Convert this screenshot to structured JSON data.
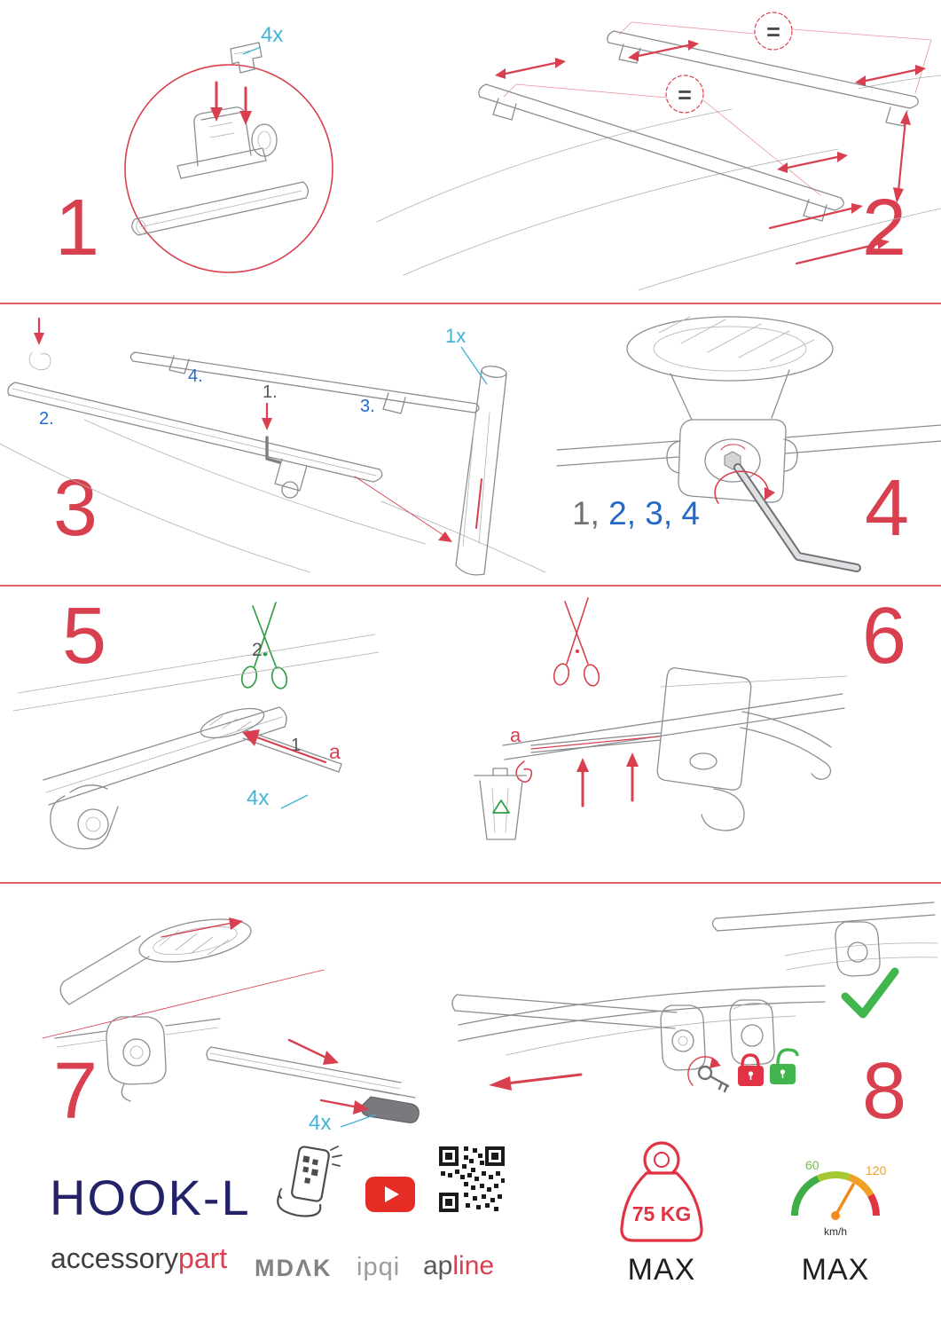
{
  "steps": {
    "s1": {
      "number": "1",
      "qty": "4x"
    },
    "s2": {
      "number": "2",
      "equal_top": "=",
      "equal_bottom": "="
    },
    "s3": {
      "number": "3",
      "sub1": "1.",
      "sub2": "2.",
      "sub3": "3.",
      "sub4": "4.",
      "qty": "1x"
    },
    "s4": {
      "number": "4",
      "seq_gray": "1, ",
      "seq_blue": "2, 3, 4"
    },
    "s5": {
      "number": "5",
      "scissors_label": "2",
      "strip_label": "1",
      "edge_label": "a",
      "qty": "4x"
    },
    "s6": {
      "number": "6",
      "edge_label": "a"
    },
    "s7": {
      "number": "7",
      "qty": "4x"
    },
    "s8": {
      "number": "8"
    }
  },
  "footer": {
    "product": "HOOK-L",
    "brand": {
      "dark": "accessory",
      "red": "part"
    },
    "logos": {
      "mdak": "MDΛK",
      "ipqi": "ipqi",
      "apline_dark": "ap",
      "apline_red": "line"
    },
    "weight": {
      "value": "75 KG",
      "max": "MAX"
    },
    "speed": {
      "low": "60",
      "high": "120",
      "unit": "km/h",
      "max": "MAX"
    }
  },
  "icons": {
    "magnifier-circle": "red circle outline",
    "equals-badge": "= inside dashed red circle",
    "scissors-green-icon": "open scissors, green outline",
    "scissors-red-icon": "open scissors, red outline",
    "trash-recycle-icon": "waste bin with green recycle triangle",
    "check-icon": "green checkmark",
    "key-icon": "gray key with red rotation arrow",
    "lock-closed-icon": "closed padlock, red",
    "lock-open-icon": "open padlock, green",
    "phone-scan-icon": "hand holding phone scanning QR",
    "youtube-icon": "white play triangle on red rounded rectangle",
    "qr-code-icon": "QR code modules",
    "weight-icon": "weight with ring handle, red outline",
    "speedometer-icon": "gauge arc green to red with orange needle"
  },
  "colors": {
    "accent_red": "#d9404f",
    "label_cyan": "#45b2d8",
    "label_blue": "#2468c8",
    "brand_navy": "#232268",
    "ok_green": "#41b64d",
    "line_gray": "#8b8d91",
    "youtube_red": "#e62d25",
    "gauge_orange": "#f0a025"
  }
}
